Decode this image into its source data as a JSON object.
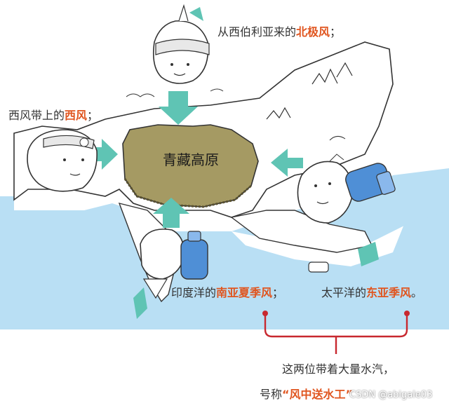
{
  "colors": {
    "sea": "#b9dff4",
    "land": "#ffffff",
    "plateau": "#a59a63",
    "arrow": "#5fc4b4",
    "highlight": "#e0551f",
    "bracket": "#c8282f",
    "text": "#333333"
  },
  "labels": {
    "arctic": {
      "prefix": "从西伯利亚来的",
      "highlight": "北极风",
      "suffix": "；"
    },
    "westerly": {
      "prefix": "西风带上的",
      "highlight": "西风",
      "suffix": "；"
    },
    "indian": {
      "prefix": "印度洋的",
      "highlight": "南亚夏季风",
      "suffix": "；"
    },
    "pacific": {
      "prefix": "太平洋的",
      "highlight": "东亚季风",
      "suffix": "。"
    },
    "plateau": "青藏高原",
    "caption_line1": "这两位带着大量水汽，",
    "caption_line2": {
      "prefix": "号称",
      "highlight": "“风中送水工”"
    },
    "watermark": "CSDN @abigale03"
  },
  "icons": [
    "arctic-wind-character",
    "westerly-wind-character",
    "indian-monsoon-character",
    "pacific-monsoon-character",
    "water-bottle-icon"
  ]
}
